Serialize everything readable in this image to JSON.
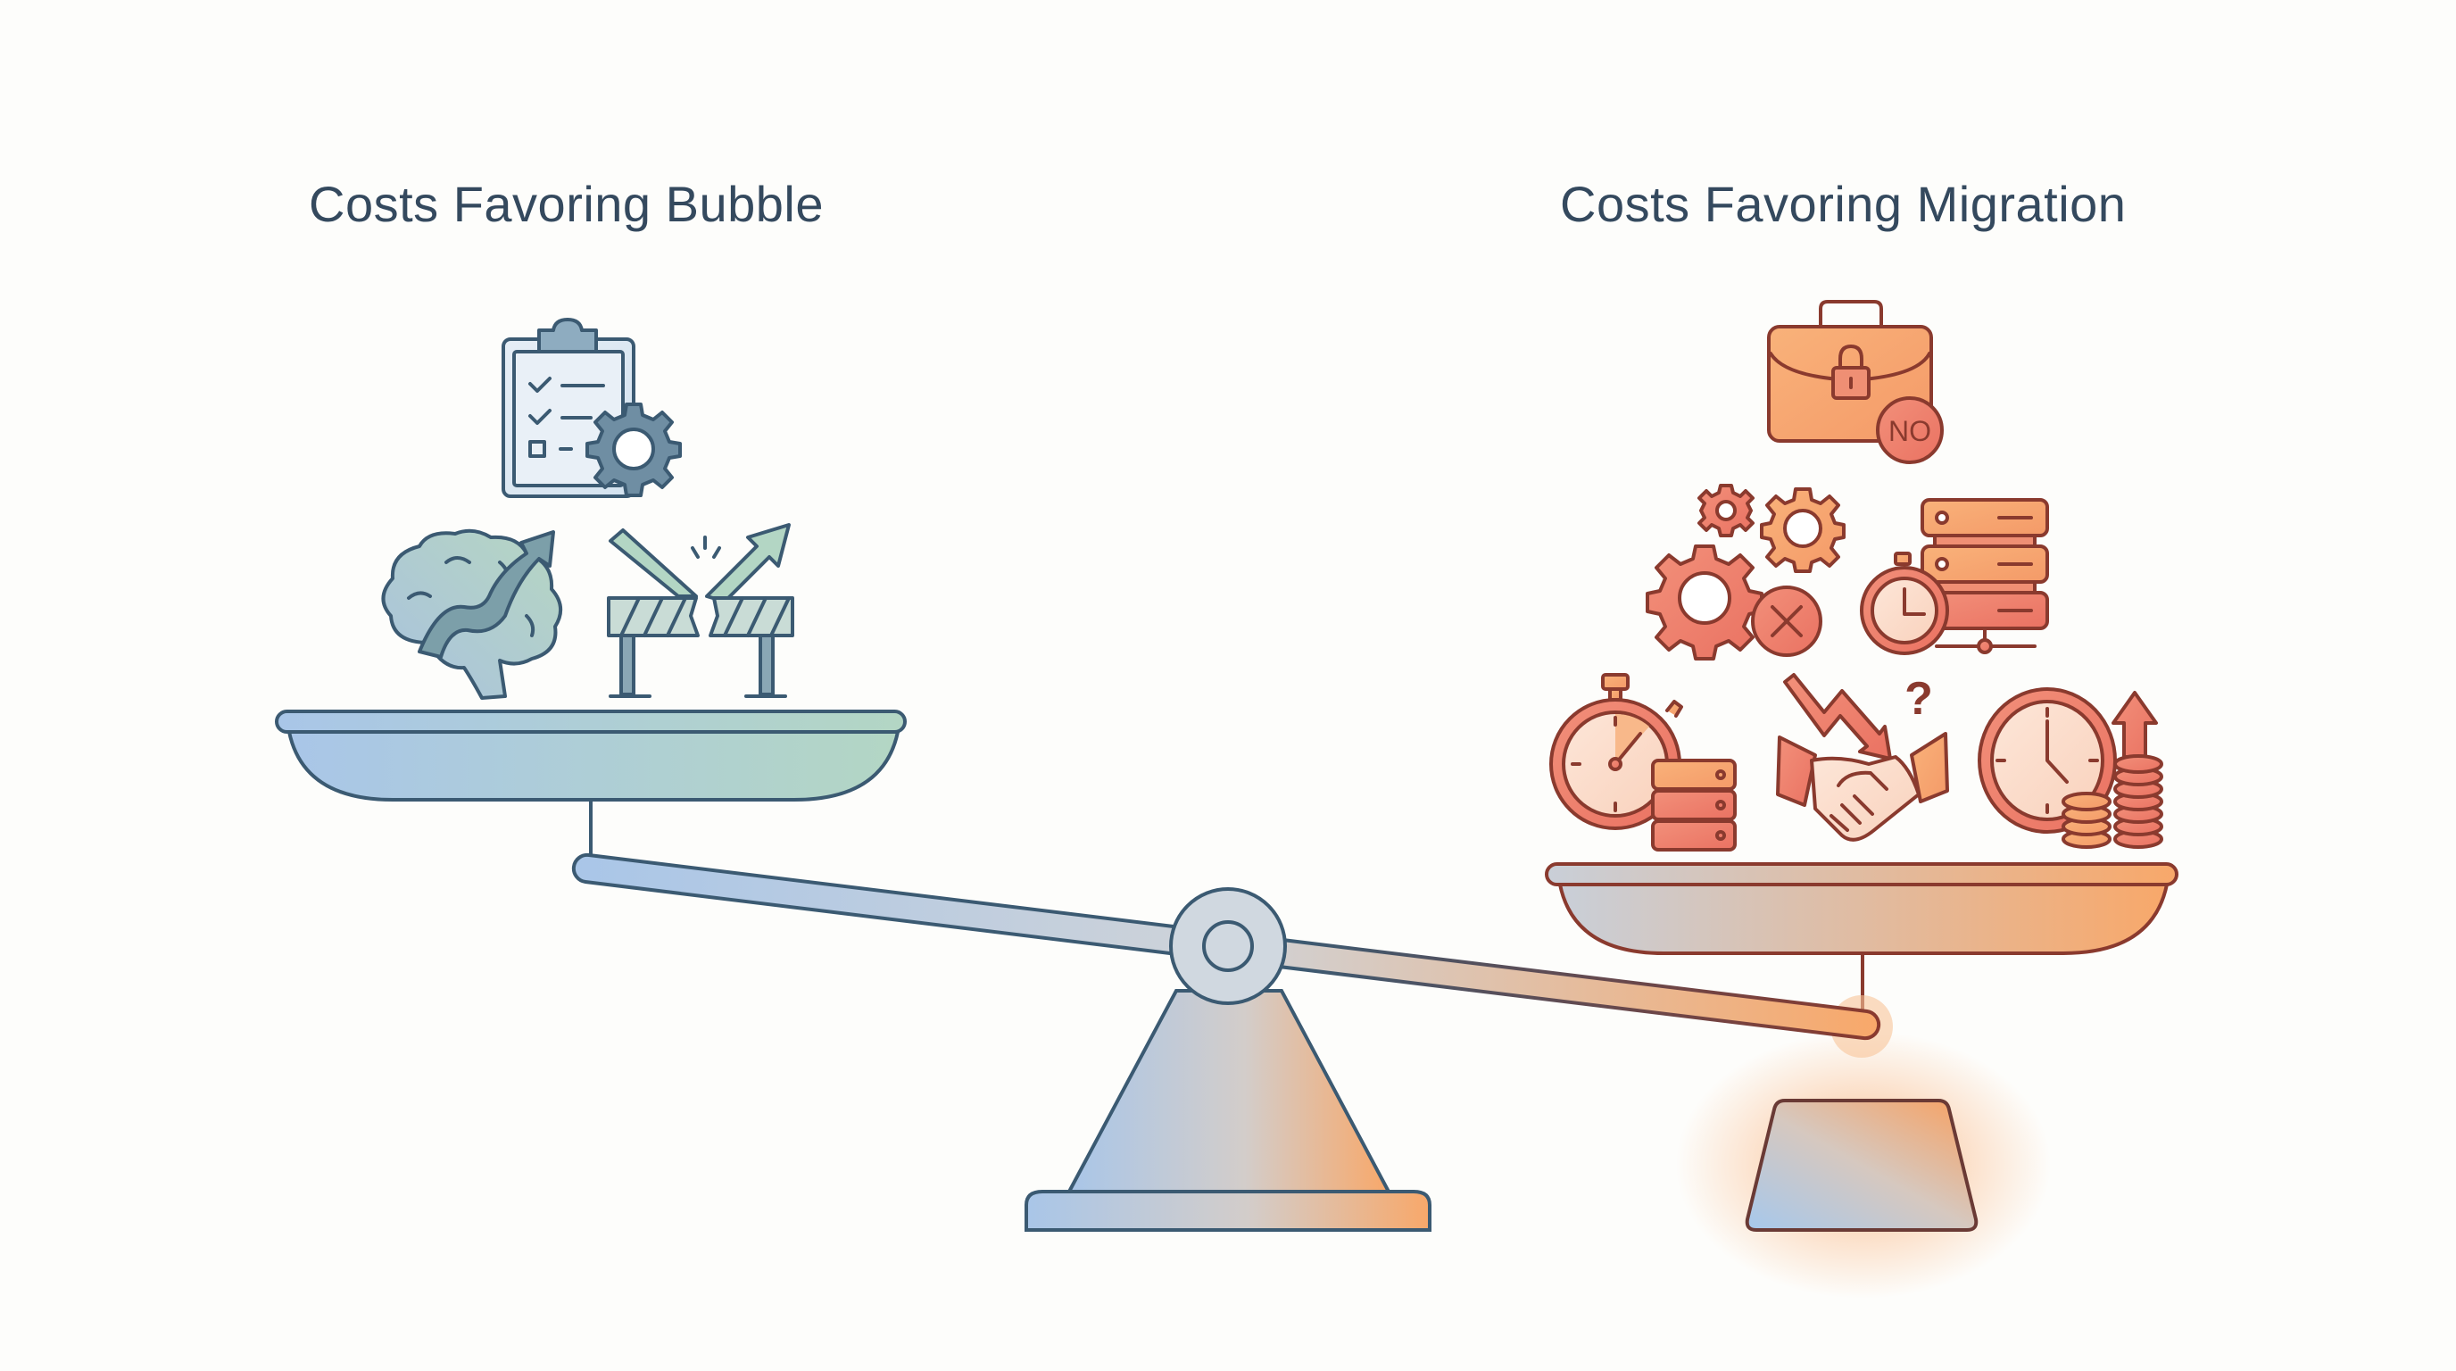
{
  "diagram": {
    "type": "balance-scale",
    "left_side": {
      "title": "Costs Favoring Bubble",
      "state": "raised (lighter)",
      "color_theme": {
        "stroke": "#3b5a72",
        "fill_start": "#a9c6e8",
        "fill_end": "#b3d6c4"
      },
      "icons": [
        {
          "name": "clipboard-checklist-gear-icon",
          "meaning": "existing process / configuration"
        },
        {
          "name": "brain-upward-arrow-icon",
          "meaning": "learned knowledge / growth"
        },
        {
          "name": "broken-barrier-arrow-icon",
          "meaning": "breaking through barriers"
        }
      ]
    },
    "right_side": {
      "title": "Costs Favoring Migration",
      "state": "lowered (heavier)",
      "color_theme": {
        "stroke": "#8a3a2e",
        "fill_start": "#c9cfd8",
        "fill_end": "#f8a86a"
      },
      "icons": [
        {
          "name": "locked-briefcase-no-icon",
          "badge_text": "NO",
          "meaning": "vendor lock-in"
        },
        {
          "name": "gears-error-icon",
          "meaning": "broken processes"
        },
        {
          "name": "stopwatch-server-stack-icon",
          "meaning": "slow infrastructure"
        },
        {
          "name": "stopwatch-database-icon",
          "meaning": "performance delays"
        },
        {
          "name": "handshake-declining-arrow-icon",
          "badge_text": "?",
          "meaning": "uncertain partnership"
        },
        {
          "name": "clock-coins-rising-icon",
          "meaning": "rising time & cost"
        }
      ]
    },
    "fulcrum": {
      "name": "pivot-fulcrum"
    },
    "weight": {
      "name": "counterweight-block",
      "highlight": "orange glow"
    },
    "colors": {
      "background": "#fdfdfb",
      "title_text": "#34495e",
      "blue_accent": "#a9c6e8",
      "green_accent": "#b3d6c4",
      "orange_accent": "#f8a86a",
      "red_accent": "#ec7a68",
      "dark_stroke_left": "#3b5a72",
      "dark_stroke_right": "#8a3a2e"
    }
  }
}
